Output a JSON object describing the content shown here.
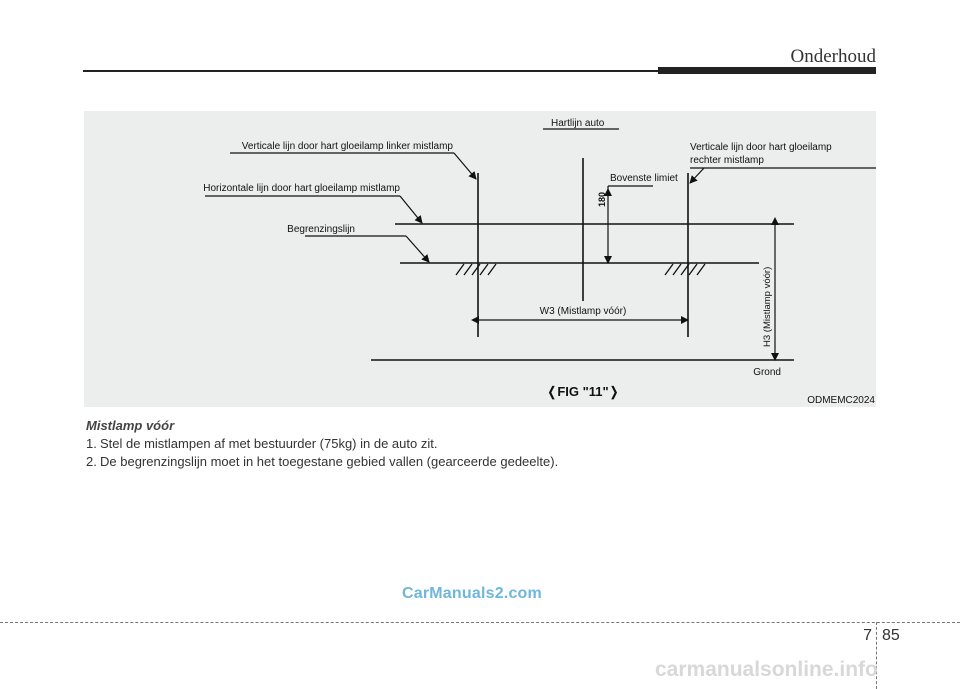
{
  "header": {
    "title": "Onderhoud"
  },
  "figure": {
    "labels": {
      "hartlijn": "Hartlijn auto",
      "vertical_left": "Verticale lijn door hart gloeilamp linker mistlamp",
      "vertical_right_1": "Verticale lijn door hart gloeilamp",
      "vertical_right_2": "rechter mistlamp",
      "horizontal": "Horizontale lijn door hart gloeilamp mistlamp",
      "bovenste": "Bovenste limiet",
      "begrenzing": "Begrenzingslijn",
      "dim_180": "180",
      "w3": "W3 (Mistlamp vóór)",
      "h3": "H3 (Mistlamp vóór)",
      "grond": "Grond",
      "fig": "❬FIG \"11\"❭",
      "code": "ODMEMC2024"
    }
  },
  "content": {
    "heading": "Mistlamp vóór",
    "steps": [
      {
        "num": "1.",
        "text": "Stel de mistlampen af met bestuurder (75kg) in de auto zit."
      },
      {
        "num": "2.",
        "text": "De begrenzingslijn moet in het toegestane gebied vallen (gearceerde gedeelte)."
      }
    ]
  },
  "footer": {
    "chapter": "7",
    "page": "85"
  },
  "watermarks": {
    "site": "CarManuals2.com",
    "bottom": "carmanualsonline.info"
  }
}
